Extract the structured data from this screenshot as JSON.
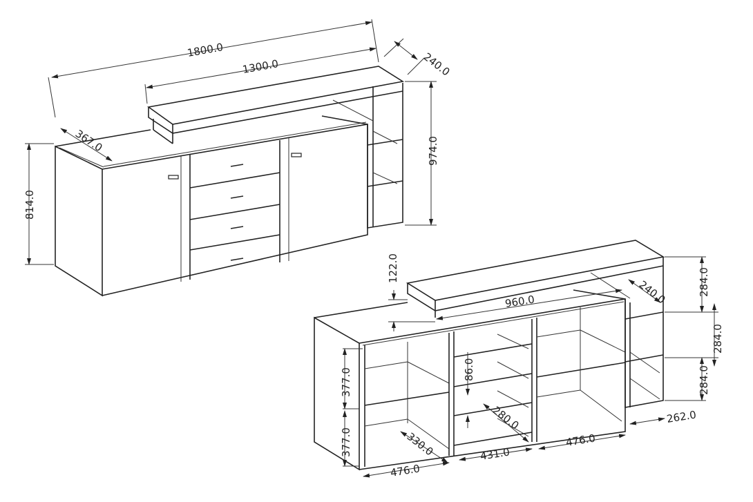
{
  "drawing_top": {
    "dimensions": {
      "overall_length": "1800.0",
      "top_shelf_length": "1300.0",
      "shelf_depth": "240.0",
      "body_depth": "367.0",
      "total_height": "974.0",
      "body_height": "814.0"
    }
  },
  "drawing_bottom": {
    "dimensions": {
      "top_shelf_height": "122.0",
      "top_shelf_width": "960.0",
      "shelf_depth": "240.0",
      "right_shelf_1": "284.0",
      "right_shelf_2": "284.0",
      "right_shelf_3": "284.0",
      "drawer_gap": "86.0",
      "left_upper": "377.0",
      "left_lower": "377.0",
      "drawer_depth": "280.0",
      "inner_depth": "330.0",
      "left_width": "476.0",
      "middle_width": "431.0",
      "right_width": "476.0",
      "side_unit_depth": "262.0"
    }
  }
}
